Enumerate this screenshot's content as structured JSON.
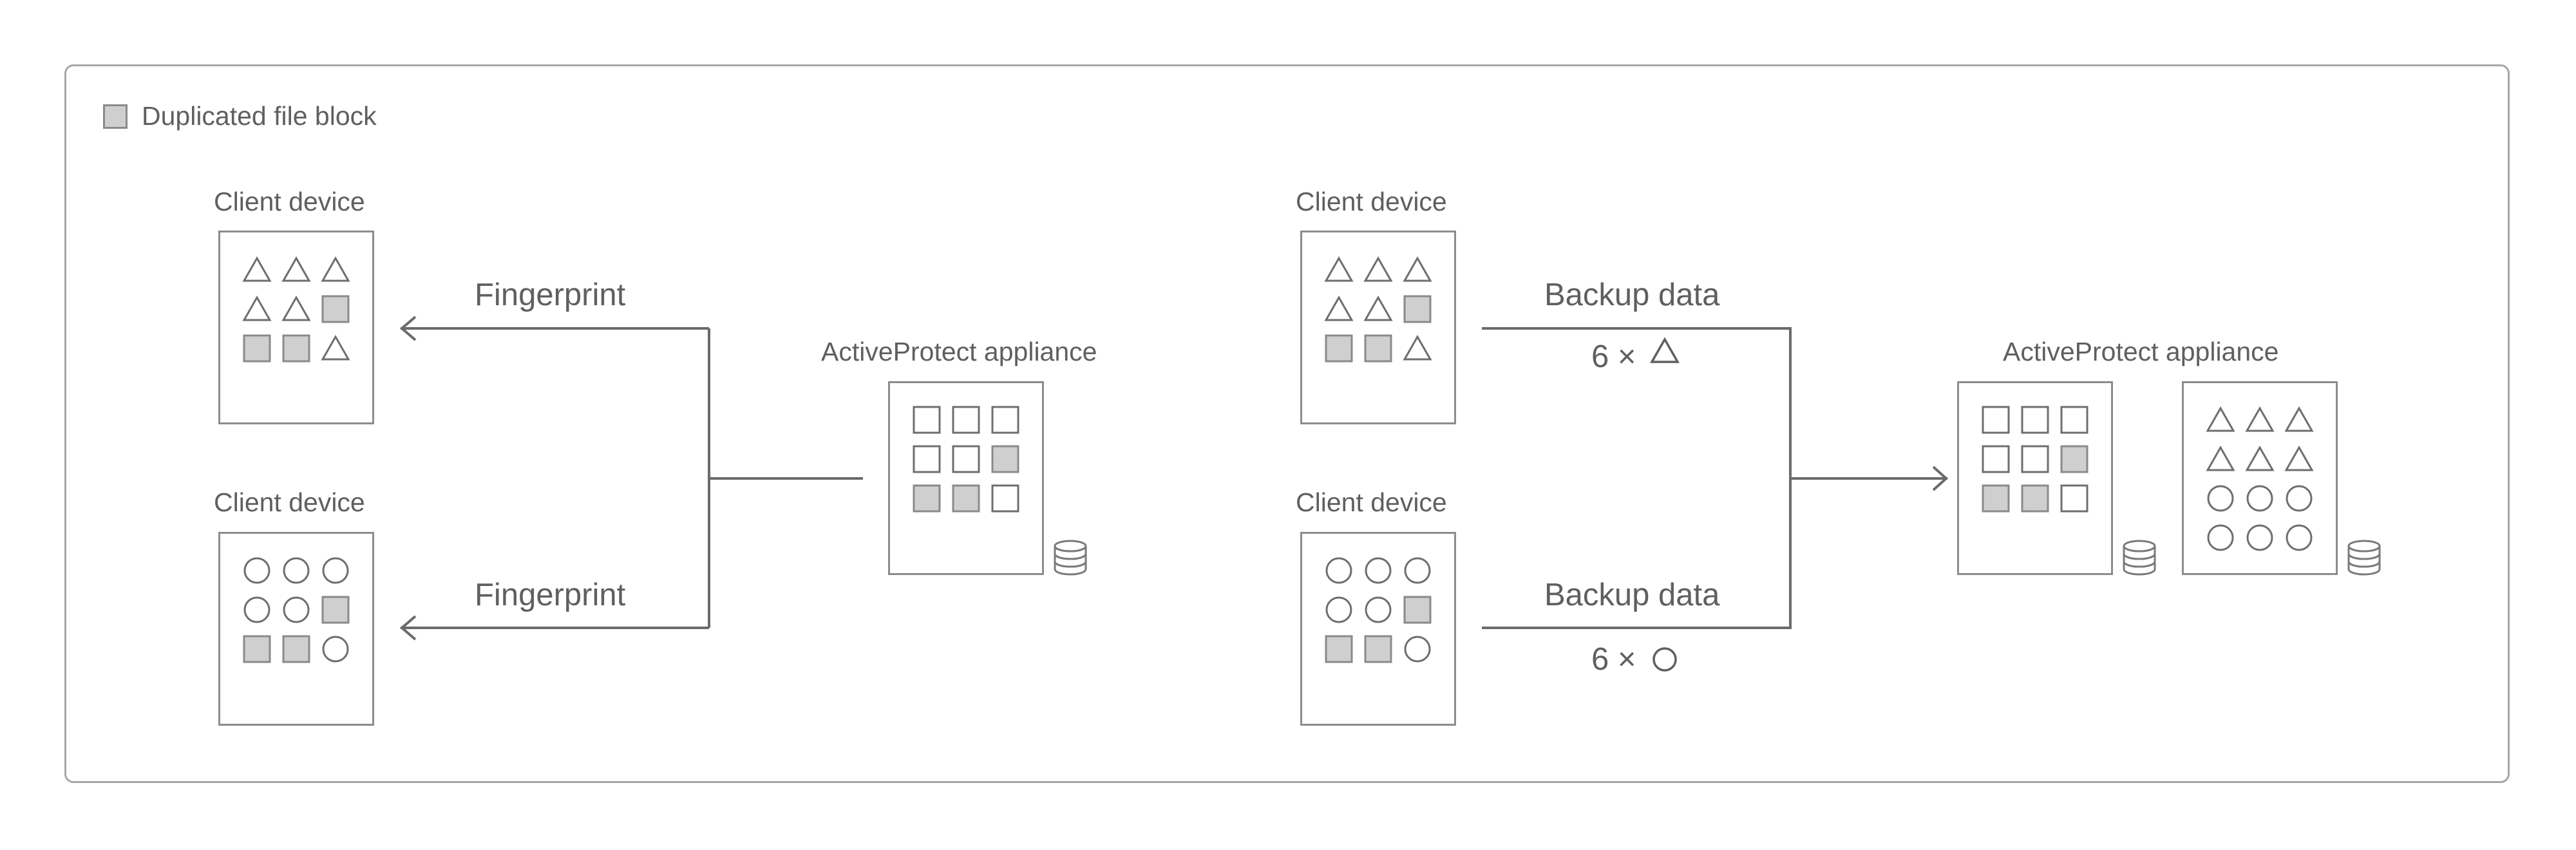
{
  "legend": {
    "label": "Duplicated file block"
  },
  "left_panel": {
    "client_top": {
      "title": "Client device",
      "blocks": [
        "triangle",
        "triangle",
        "triangle",
        "triangle",
        "triangle",
        "dup",
        "dup",
        "dup",
        "triangle"
      ]
    },
    "client_bottom": {
      "title": "Client device",
      "blocks": [
        "circle",
        "circle",
        "circle",
        "circle",
        "circle",
        "dup",
        "dup",
        "dup",
        "circle"
      ]
    },
    "arrow_top_label": "Fingerprint",
    "arrow_bottom_label": "Fingerprint",
    "appliance": {
      "title": "ActiveProtect appliance",
      "blocks": [
        "square",
        "square",
        "square",
        "square",
        "square",
        "dup",
        "dup",
        "dup",
        "square"
      ]
    }
  },
  "right_panel": {
    "client_top": {
      "title": "Client device",
      "blocks": [
        "triangle",
        "triangle",
        "triangle",
        "triangle",
        "triangle",
        "dup",
        "dup",
        "dup",
        "triangle"
      ]
    },
    "client_bottom": {
      "title": "Client device",
      "blocks": [
        "circle",
        "circle",
        "circle",
        "circle",
        "circle",
        "dup",
        "dup",
        "dup",
        "circle"
      ]
    },
    "line_top_label": "Backup data",
    "line_top_count": "6 ×",
    "line_bottom_label": "Backup data",
    "line_bottom_count": "6 ×",
    "appliance": {
      "title": "ActiveProtect appliance",
      "store_a": [
        "square",
        "square",
        "square",
        "square",
        "square",
        "dup",
        "dup",
        "dup",
        "square"
      ],
      "store_b": [
        "triangle",
        "triangle",
        "triangle",
        "triangle",
        "triangle",
        "triangle",
        "circle",
        "circle",
        "circle",
        "circle",
        "circle",
        "circle"
      ]
    }
  },
  "colors": {
    "line": "#6b6b6b",
    "border": "#8c8c8c",
    "dup_fill": "#cfcfcf",
    "text": "#5f5f5f"
  }
}
